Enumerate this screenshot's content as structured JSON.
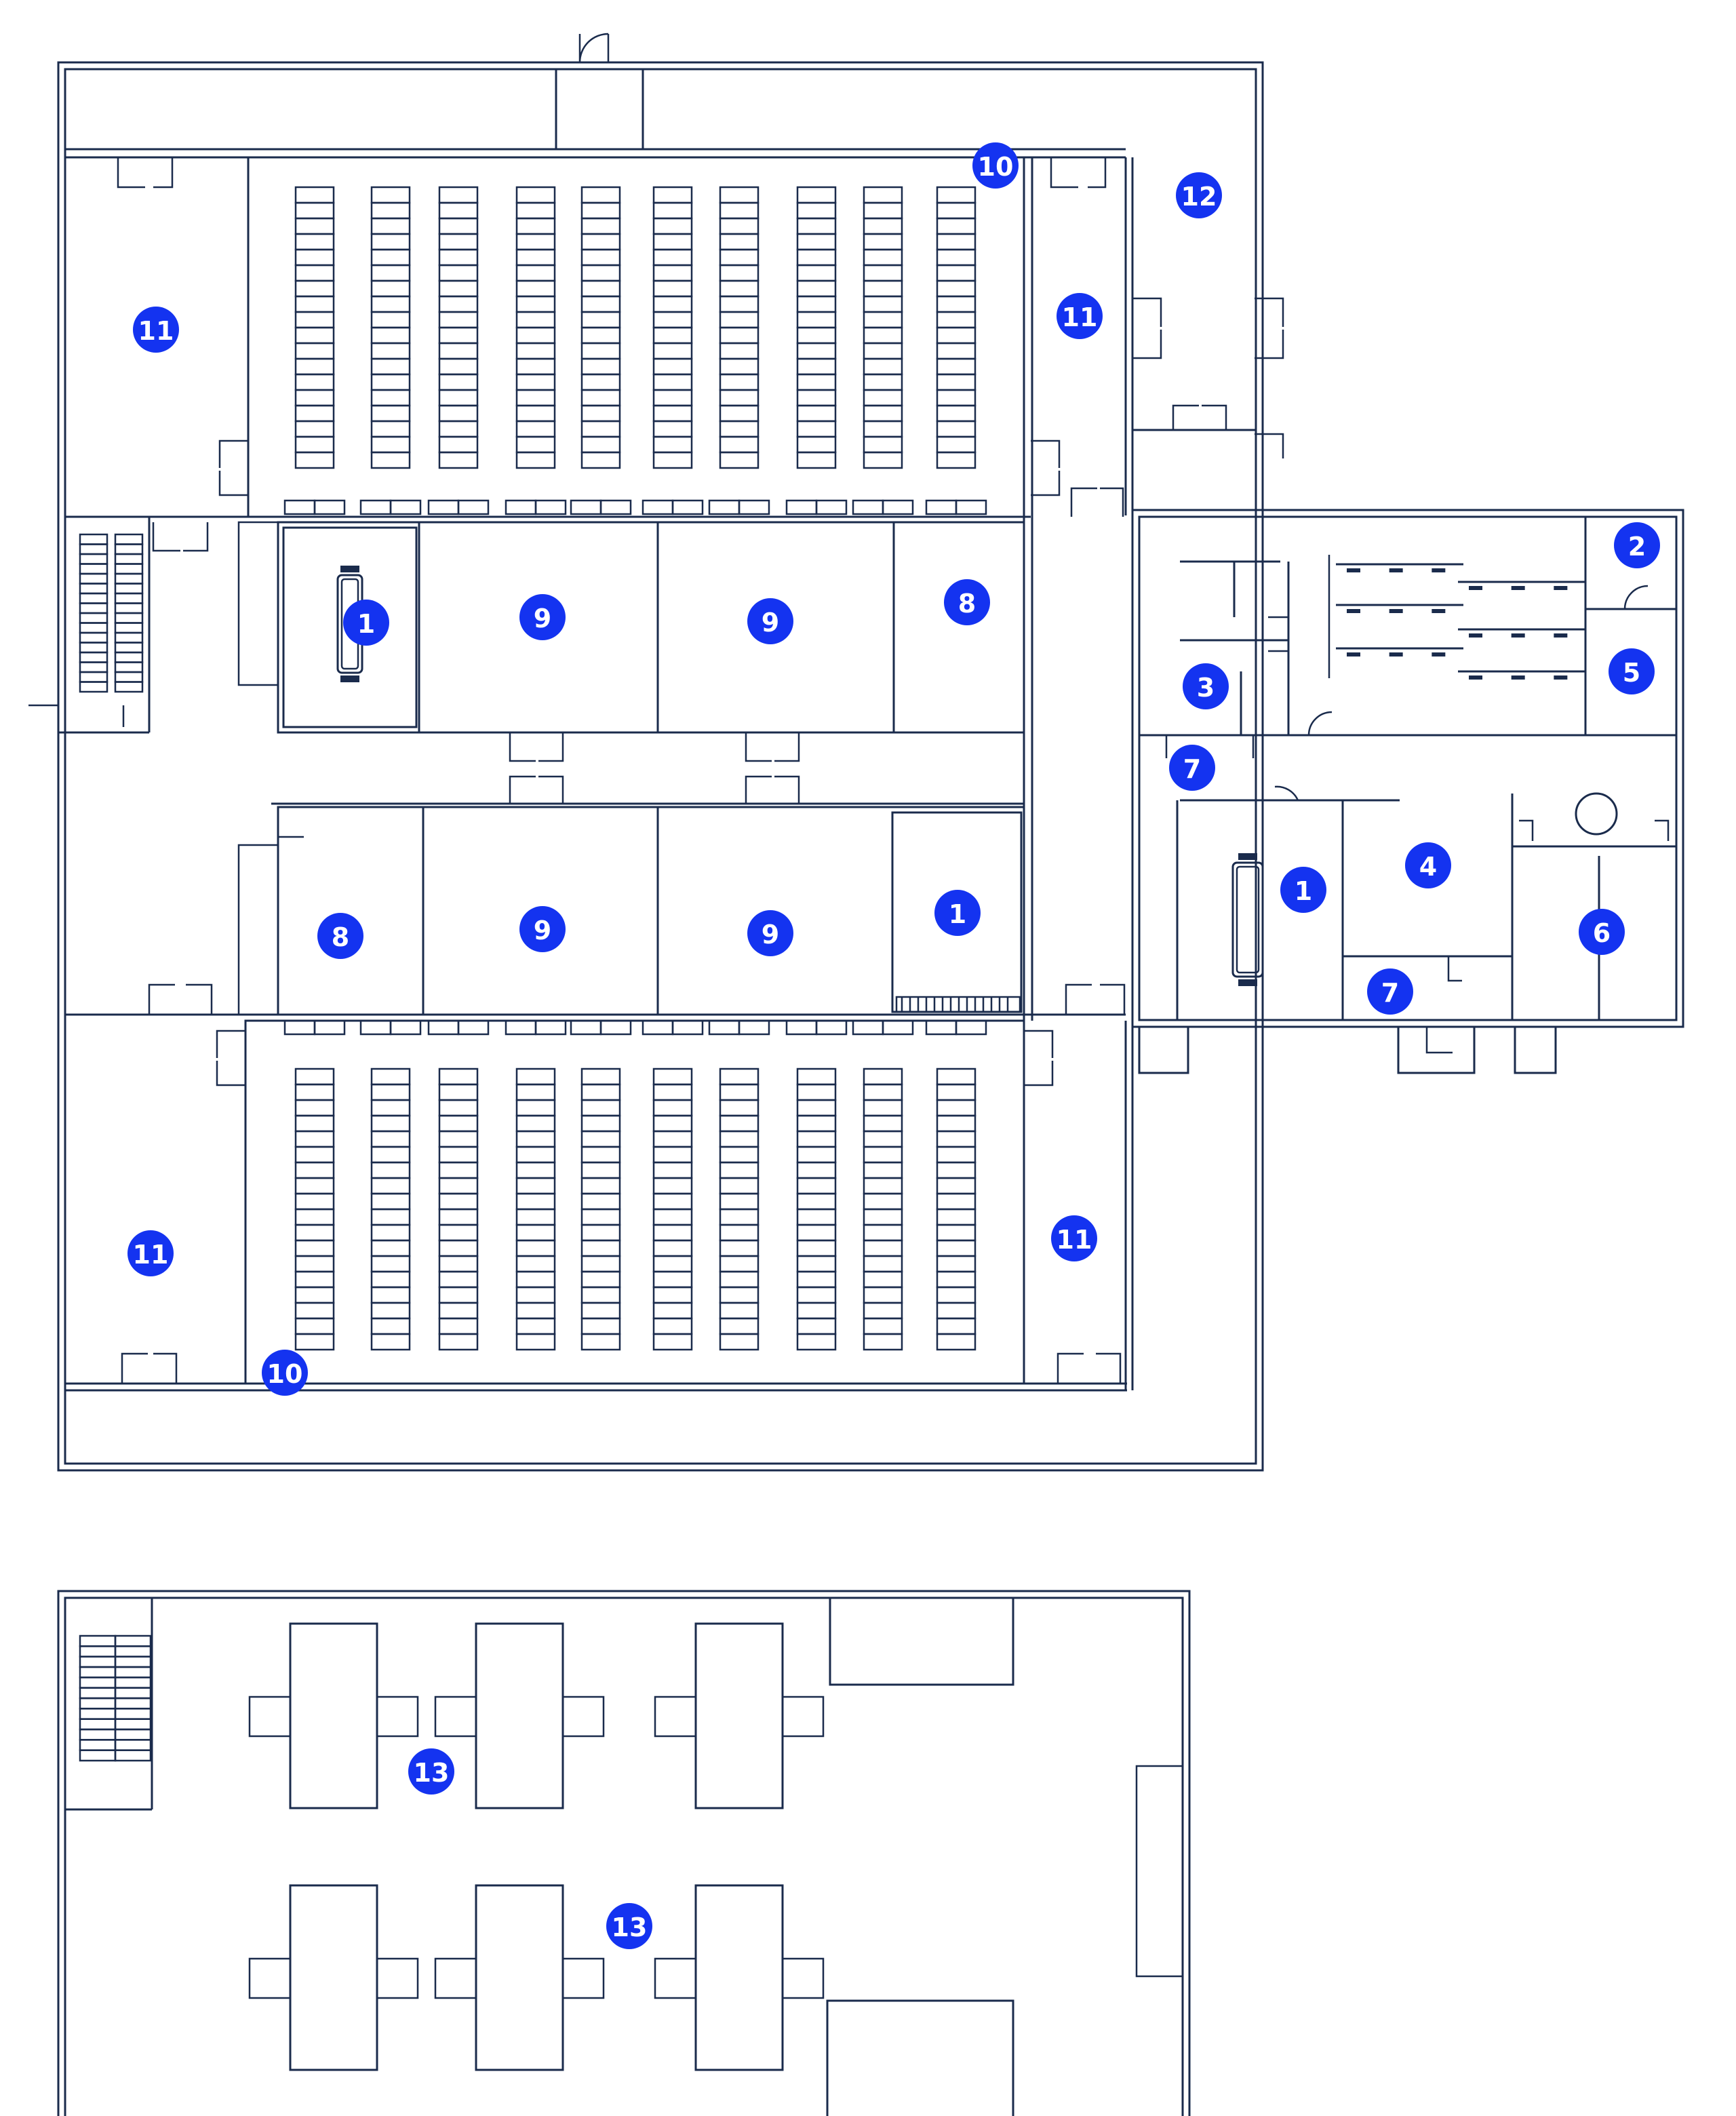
{
  "floor_plan": {
    "accent_color": "#1433f0",
    "line_color": "#1a2b4c",
    "background": "#ffffff",
    "room_markers": [
      {
        "label": "10"
      },
      {
        "label": "12"
      },
      {
        "label": "11"
      },
      {
        "label": "11"
      },
      {
        "label": "1"
      },
      {
        "label": "9"
      },
      {
        "label": "9"
      },
      {
        "label": "8"
      },
      {
        "label": "2"
      },
      {
        "label": "5"
      },
      {
        "label": "3"
      },
      {
        "label": "7"
      },
      {
        "label": "1"
      },
      {
        "label": "4"
      },
      {
        "label": "6"
      },
      {
        "label": "7"
      },
      {
        "label": "8"
      },
      {
        "label": "9"
      },
      {
        "label": "9"
      },
      {
        "label": "1"
      },
      {
        "label": "11"
      },
      {
        "label": "11"
      },
      {
        "label": "10"
      },
      {
        "label": "13"
      },
      {
        "label": "13"
      }
    ]
  }
}
